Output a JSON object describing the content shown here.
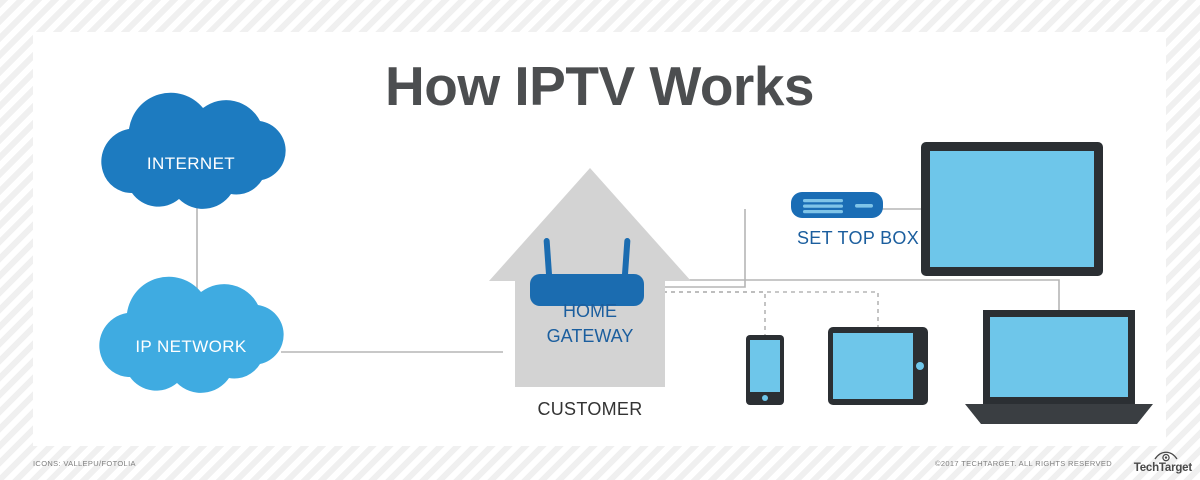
{
  "page": {
    "title": "How IPTV Works"
  },
  "nodes": {
    "internet": {
      "label": "INTERNET",
      "icon": "cloud-icon",
      "color": "#1d7bc0"
    },
    "ip_network": {
      "label": "IP NETWORK",
      "icon": "cloud-icon",
      "color": "#3fabe1"
    },
    "home_gateway": {
      "label": "HOME GATEWAY",
      "line1": "HOME",
      "line2": "GATEWAY",
      "icon": "router-icon",
      "color": "#1b6cb0"
    },
    "customer": {
      "label": "CUSTOMER",
      "icon": "house-icon",
      "color": "#d3d3d3"
    },
    "set_top_box": {
      "label": "SET TOP BOX",
      "icon": "set-top-box-icon",
      "color": "#1a6db5"
    },
    "television": {
      "label": "",
      "icon": "television-icon",
      "bezel": "#2b2f33",
      "screen": "#6ec6ea"
    },
    "smartphone": {
      "label": "",
      "icon": "smartphone-icon",
      "bezel": "#2b2f33",
      "screen": "#6ec6ea"
    },
    "tablet": {
      "label": "",
      "icon": "tablet-icon",
      "bezel": "#2b2f33",
      "screen": "#6ec6ea"
    },
    "laptop": {
      "label": "",
      "icon": "laptop-icon",
      "bezel": "#2b2f33",
      "screen": "#6ec6ea"
    }
  },
  "connections": {
    "line_color": "#b5b5b5",
    "internet_to_ip_network": "solid",
    "ip_network_to_gateway": "solid",
    "gateway_to_set_top_box": "solid",
    "set_top_box_to_television": "solid",
    "gateway_to_laptop": "solid",
    "gateway_to_smartphone": "dashed",
    "gateway_to_tablet": "dashed"
  },
  "footer": {
    "credit": "ICONS: VALLEPU/FOTOLIA",
    "copyright": "©2017 TECHTARGET. ALL RIGHTS RESERVED",
    "logo_text": "TechTarget",
    "logo_icon": "techtarget-eye-icon"
  }
}
